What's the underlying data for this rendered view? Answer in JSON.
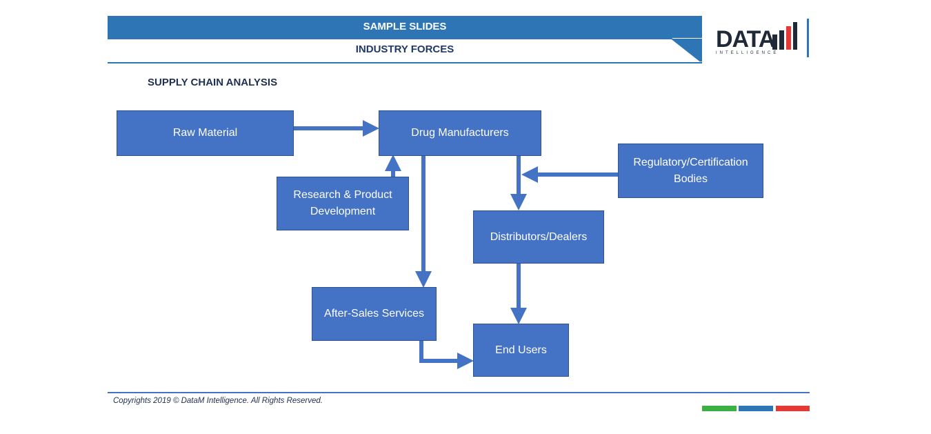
{
  "header": {
    "title": "SAMPLE SLIDES",
    "subtitle": "INDUSTRY FORCES"
  },
  "logo": {
    "word": "DATA",
    "tagline": "INTELLIGENCE"
  },
  "section": {
    "title": "SUPPLY CHAIN ANALYSIS"
  },
  "nodes": {
    "raw_material": "Raw Material",
    "drug_manufacturers": "Drug Manufacturers",
    "research": "Research & Product Development",
    "regulatory": "Regulatory/Certification Bodies",
    "distributors": "Distributors/Dealers",
    "after_sales": "After-Sales Services",
    "end_users": "End Users"
  },
  "footer": {
    "copyright": "Copyrights 2019 © DataM Intelligence. All Rights Reserved."
  },
  "colors": {
    "banner": "#2E75B6",
    "box": "#4472C4",
    "strip_green": "#3CB043",
    "strip_blue": "#2E75B6",
    "strip_red": "#E53935"
  }
}
